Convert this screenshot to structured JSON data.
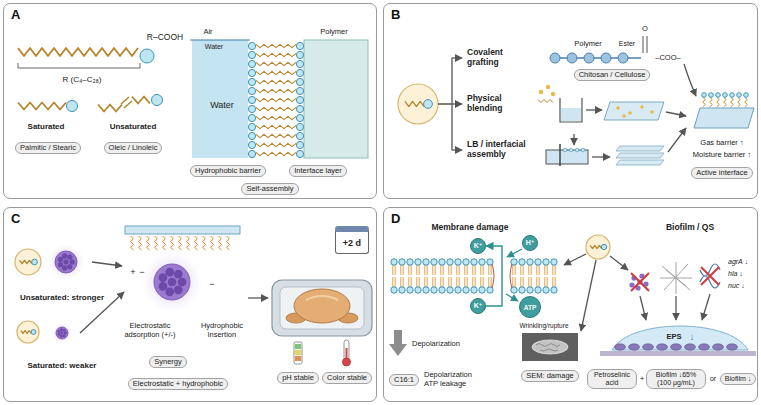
{
  "diagram": {
    "nodes": [
      {
        "text": [
          "A"
        ]
      },
      {
        "text": [
          "Palmitic / Stearic"
        ],
        "in": 0
      },
      {
        "text": [
          "Oleic / Linoleic"
        ],
        "in": 0
      },
      {
        "text": [
          "Hydrophobic barrier"
        ],
        "in": 0
      },
      {
        "text": [
          "Interface layer"
        ],
        "in": 0
      },
      {
        "text": [
          "Self-assembly"
        ],
        "in": 0
      },
      {
        "text": [
          "B"
        ]
      },
      {
        "text": [
          "Chitosan / Cellulose"
        ],
        "in": 6
      },
      {
        "text": [
          "Active interface"
        ],
        "in": 6
      },
      {
        "text": [
          "C"
        ]
      },
      {
        "text": [
          "+2 d"
        ],
        "in": 9
      },
      {
        "text": [
          "Synergy"
        ],
        "in": 9
      },
      {
        "text": [
          "Electrostatic + hydrophobic"
        ],
        "in": 9
      },
      {
        "text": [
          "pH stable"
        ],
        "in": 9
      },
      {
        "text": [
          "Color stable"
        ],
        "in": 9
      },
      {
        "text": [
          "D"
        ]
      },
      {
        "text": [
          "K⁺"
        ],
        "in": 15
      },
      {
        "text": [
          "H⁺"
        ],
        "in": 15
      },
      {
        "text": [
          "K⁺"
        ],
        "in": 15
      },
      {
        "text": [
          "ATP"
        ],
        "in": 15
      },
      {
        "text": [
          "C16:1"
        ],
        "in": 15
      },
      {
        "text": [
          "SEM: damage"
        ],
        "in": 15
      },
      {
        "text": [
          "Petroselinic acid"
        ],
        "in": 15
      },
      {
        "text": [
          "Biofilm ↓65% (100 μg/mL)"
        ],
        "in": 15
      },
      {
        "text": [
          "Biofilm ↓"
        ],
        "in": 15
      }
    ],
    "edges": [
      {
        "from": 18,
        "to": 16,
        "arrow": "to"
      }
    ],
    "labels": [
      "R–COOH",
      "R (C₄–C₂₈)",
      "Saturated",
      "Unsaturated",
      "Air",
      "Water",
      "Polymer",
      "Water",
      "Covalent grafting",
      "Physical blending",
      "LB / interfacial assembly",
      "Polymer",
      "O",
      "Ester",
      "–COO–",
      "Gas barrier ↑",
      "Moisture barrier ↑",
      "Unsaturated: stronger",
      "Saturated: weaker",
      "+",
      "−",
      "−",
      "Electrostatic adsorption (+/-)",
      "Hydrophobic insertion",
      "Membrane damage",
      "Biofilm / QS",
      "Depolarization",
      "Depolarization ATP leakage",
      "Wrinkling/rupture",
      "agrA ↓",
      "hla ↓",
      "nuc ↓",
      "EPS",
      "↓",
      "+",
      "or"
    ]
  }
}
